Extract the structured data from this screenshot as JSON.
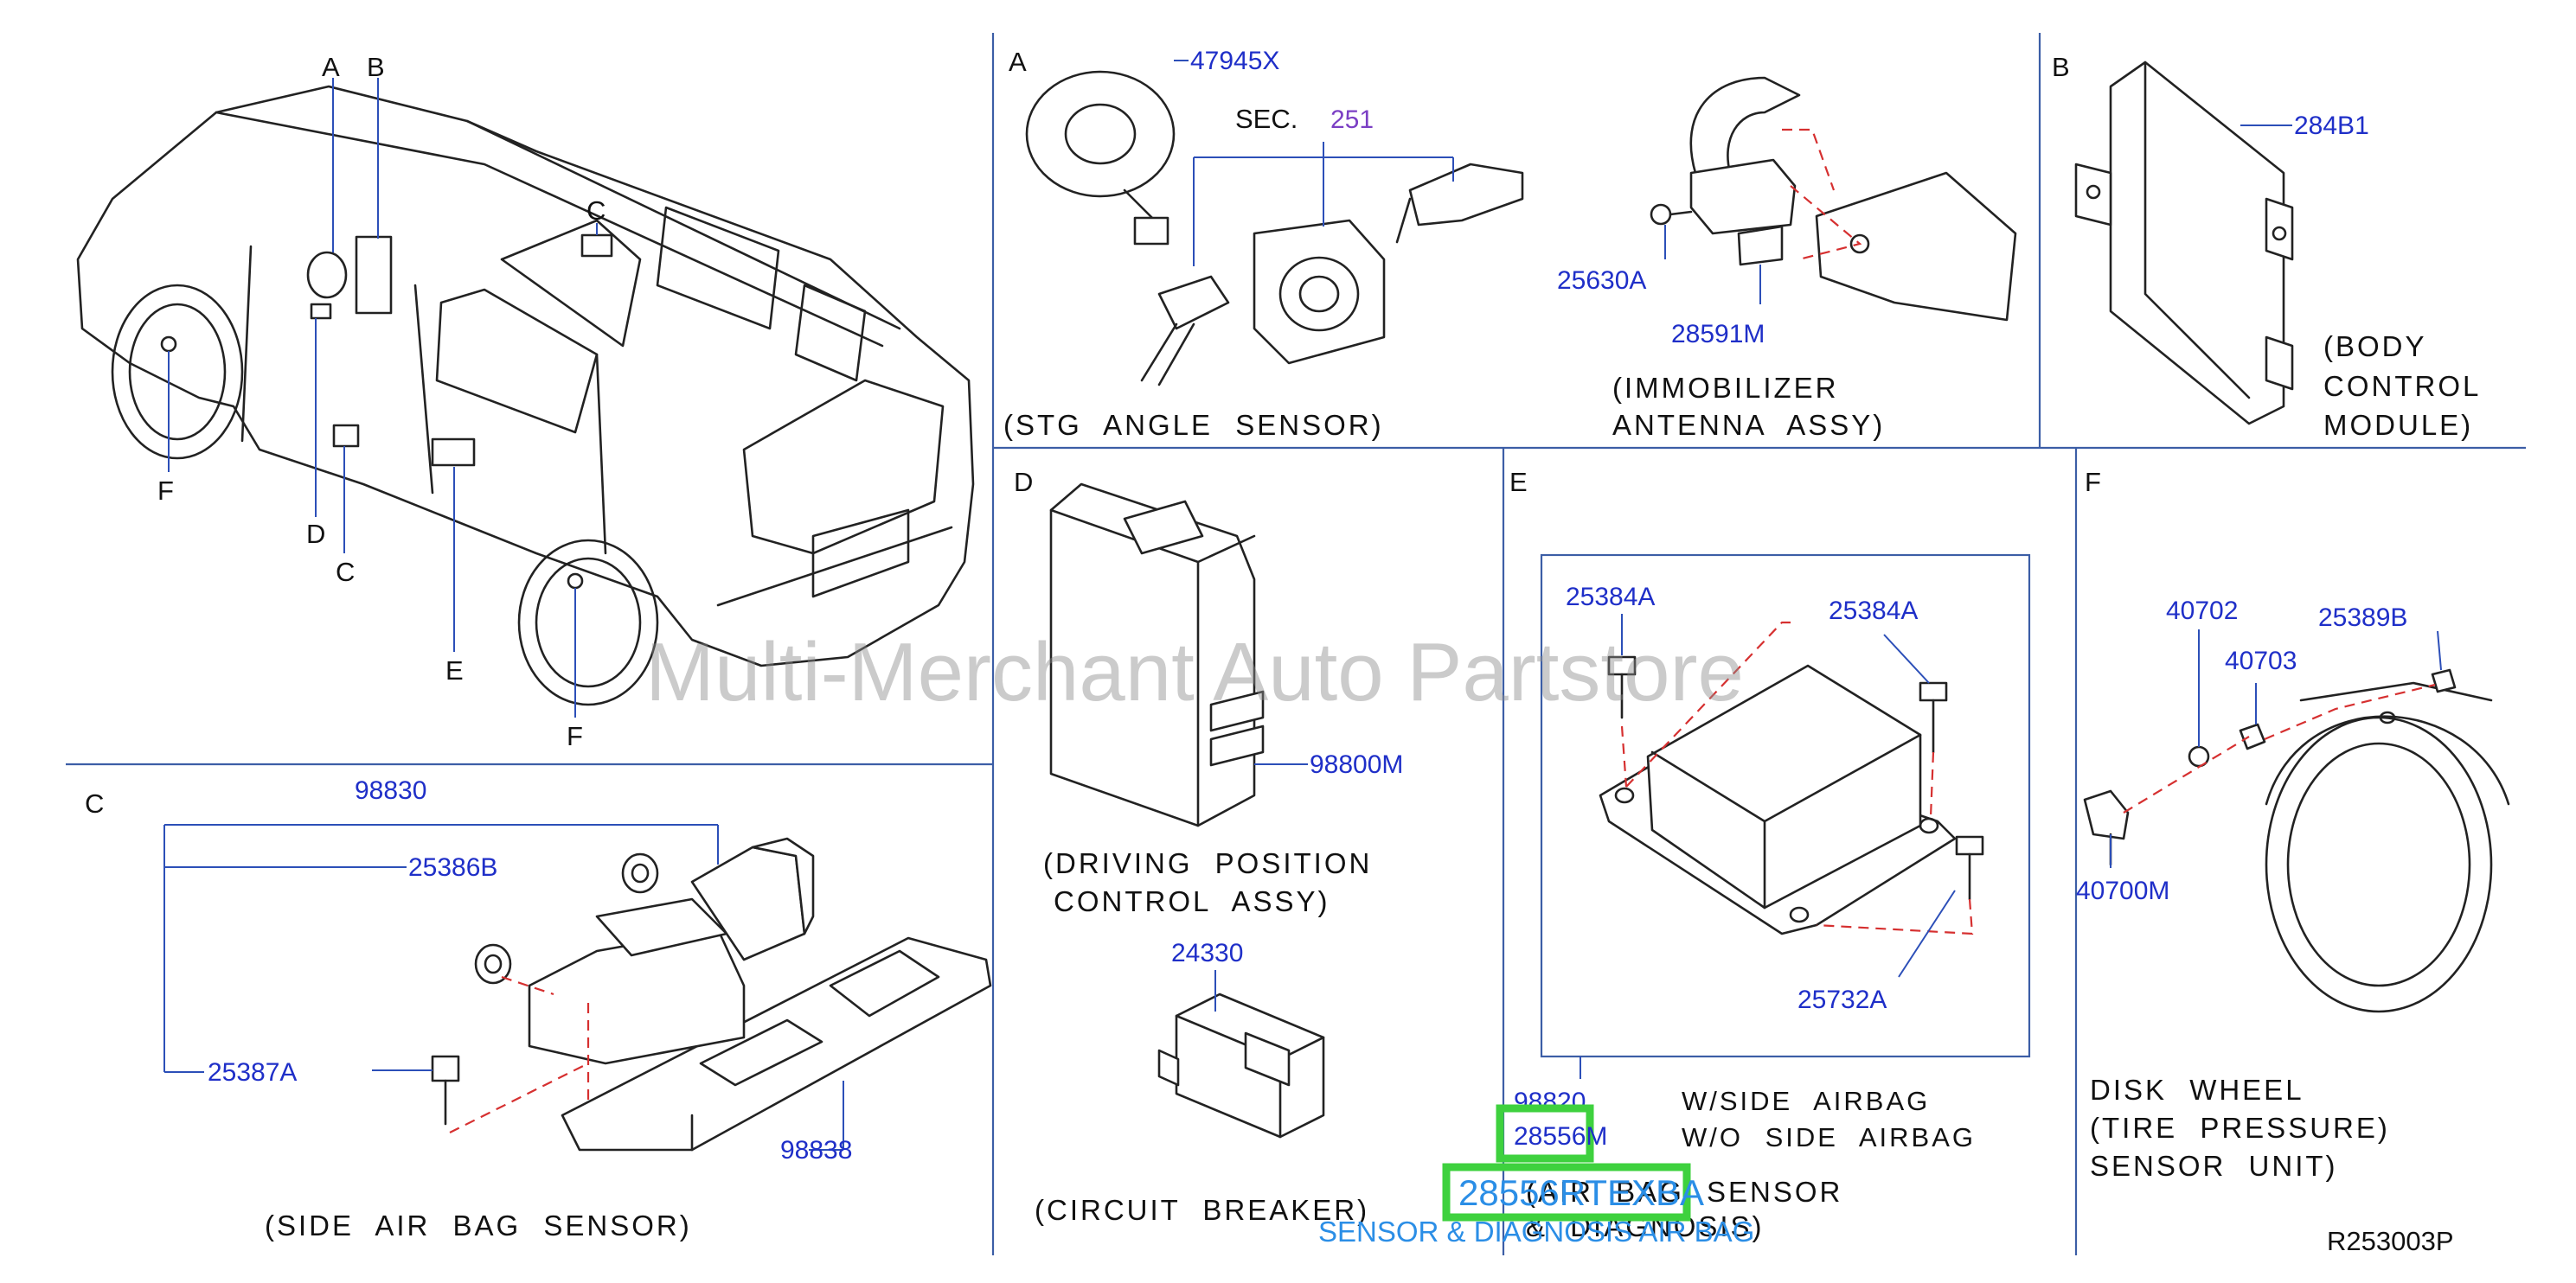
{
  "watermark": "Multi-Merchant Auto Partstore",
  "drawing_number": "R253003P",
  "vehicle_view": {
    "labels": {
      "a": "A",
      "b": "B",
      "c_top": "C",
      "d": "D",
      "c_bottom": "C",
      "e": "E",
      "f_left": "F",
      "f_right": "F"
    }
  },
  "sections": {
    "a": {
      "letter": "A",
      "sec_prefix": "SEC.",
      "sec_number": "251",
      "sec_number_color": "#7b3fc4",
      "steering": {
        "part": "47945X",
        "caption": "(STG ANGLE SENSOR)"
      },
      "immobilizer": {
        "parts": [
          "25630A",
          "28591M"
        ],
        "caption": [
          "(IMMOBILIZER",
          "ANTENNA ASSY)"
        ]
      }
    },
    "b": {
      "letter": "B",
      "part": "284B1",
      "caption": [
        "(BODY",
        "CONTROL",
        "MODULE)"
      ]
    },
    "c": {
      "letter": "C",
      "parts": {
        "main": "98830",
        "sensor": "25386B",
        "bolt": "25387A",
        "bracket": "98838"
      },
      "caption": "(SIDE AIR BAG SENSOR)"
    },
    "d": {
      "letter": "D",
      "dp_part": "98800M",
      "dp_caption": [
        "(DRIVING POSITION",
        "CONTROL ASSY)"
      ],
      "cb_part": "24330",
      "cb_caption": "(CIRCUIT BREAKER)"
    },
    "e": {
      "letter": "E",
      "parts": {
        "bolt_left": "25384A",
        "bolt_right": "25384A",
        "bolt_front": "25732A",
        "assy": "98820",
        "highlighted": "28556M"
      },
      "notes": [
        "W/SIDE AIRBAG",
        "W/O SIDE AIRBAG"
      ],
      "caption": [
        "(AIR BAG SENSOR",
        "& DIAGNOSIS)"
      ],
      "overlay": {
        "part_big": "28556RTEXBA",
        "caption": "SENSOR & DIAGNOSIS  AIR BAG"
      }
    },
    "f": {
      "letter": "F",
      "parts": {
        "valve_cap": "40702",
        "valve_core": "40703",
        "nut": "25389B",
        "sensor": "40700M"
      },
      "caption": [
        "DISK WHEEL",
        "(TIRE PRESSURE)",
        "SENSOR UNIT)"
      ]
    }
  },
  "colors": {
    "part_number": "#1f2fc8",
    "divider": "#3c5ea6",
    "highlight": "#3ed13e",
    "overlay_text": "#2b8ee6",
    "dashed": "#d63030"
  }
}
